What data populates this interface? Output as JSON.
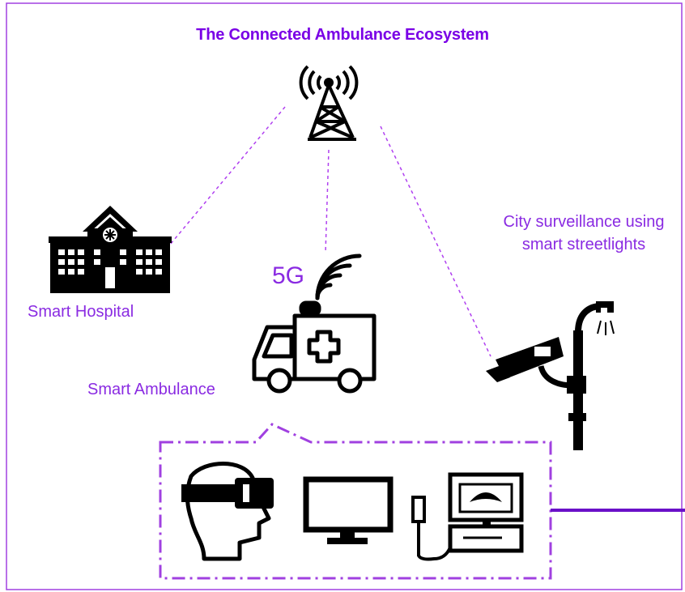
{
  "diagram": {
    "title": "The Connected Ambulance Ecosystem",
    "nodes": {
      "hospital": {
        "label": "Smart Hospital",
        "icon": "hospital-icon"
      },
      "ambulance": {
        "label": "Smart Ambulance",
        "icon": "ambulance-icon",
        "network": "5G"
      },
      "tower": {
        "icon": "cell-tower-icon"
      },
      "surveillance": {
        "label_line1": "City surveillance using",
        "label_line2": "smart streetlights",
        "icon": "streetlight-camera-icon"
      },
      "equipment": {
        "icons": [
          "vr-headset-icon",
          "monitor-icon",
          "ultrasound-machine-icon"
        ]
      }
    },
    "colors": {
      "accent": "#8a2be2",
      "title": "#7a00e6",
      "border": "#9b30e0",
      "icon": "#000000"
    }
  }
}
